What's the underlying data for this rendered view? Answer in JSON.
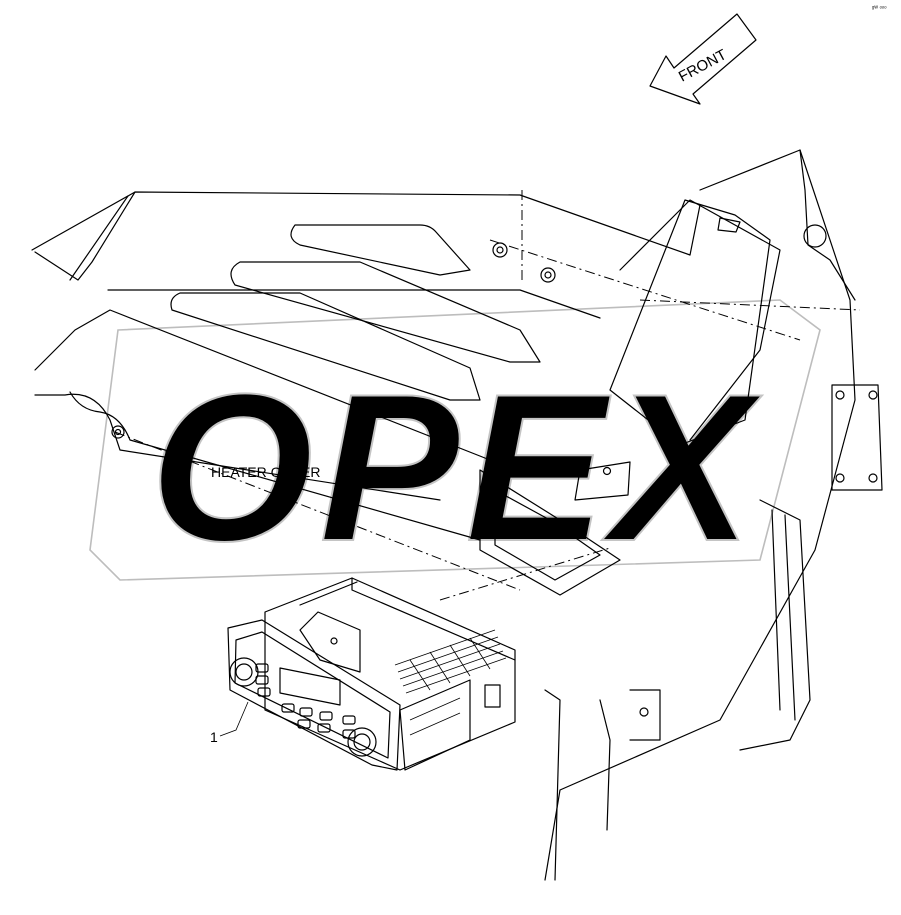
{
  "diagram": {
    "direction_arrow": {
      "label": "FRONT"
    },
    "part_label": "HEATER COVER",
    "callouts": [
      {
        "number": "1"
      }
    ],
    "corner_mark": "ᵍᵂ ᵒᵒᵒ",
    "watermark_text": "OPEX"
  }
}
